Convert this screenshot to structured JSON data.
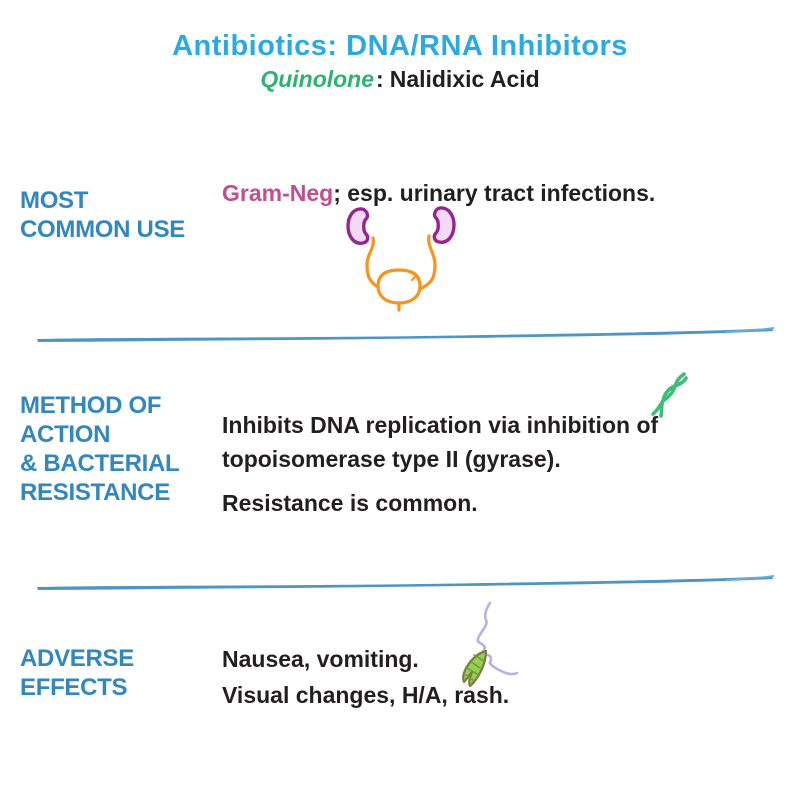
{
  "header": {
    "title": "Antibiotics: DNA/RNA Inhibitors",
    "drug_class": "Quinolone",
    "separator": ":",
    "drug_name": "Nalidixic Acid"
  },
  "sections": [
    {
      "id": "most-common-use",
      "label_lines": [
        "MOST",
        "COMMON USE"
      ],
      "highlight": "Gram-Neg",
      "text_after_highlight": "; esp. urinary tract infections.",
      "icon": "kidneys-bladder-icon"
    },
    {
      "id": "method-of-action-and-bacterial-resistance",
      "label_lines": [
        "METHOD OF",
        "ACTION",
        "& BACTERIAL",
        "RESISTANCE"
      ],
      "text_lines": [
        "Inhibits DNA replication via inhibition of",
        "topoisomerase type II (gyrase)."
      ],
      "text2": "Resistance is common.",
      "icon": "dna-helix-icon"
    },
    {
      "id": "adverse-effects",
      "label_lines": [
        "ADVERSE",
        "EFFECTS"
      ],
      "text_lines": [
        "Nausea, vomiting.",
        "Visual changes, H/A, rash."
      ],
      "icon": "nausea-face-icon"
    }
  ],
  "colors": {
    "title_blue": "#29ABE2",
    "label_blue": "#3287BE",
    "class_green": "#2DB371",
    "highlight_magenta": "#C04E92",
    "ink": "#231F20",
    "divider_blue": "#4D95C5",
    "kidney_purple": "#93278F",
    "kidney_fill": "#F6D9F4",
    "ureter_orange": "#F7941D",
    "dna_green": "#3FBE78",
    "face_lavender": "#B7B2E2",
    "vomit_green": "#8DC63F",
    "vomit_outline": "#7F7B42"
  }
}
